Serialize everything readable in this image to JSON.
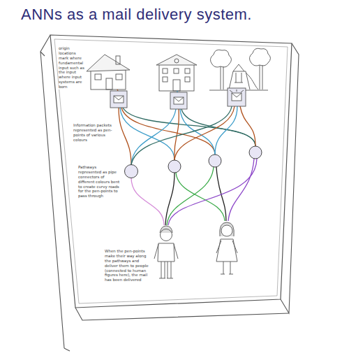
{
  "diagram": {
    "title": "ANNs as a mail delivery system.",
    "labels": [
      "origin locations mark where fundamental input such as the input where input systems are born",
      "Information packets represented as pen-points of various colours",
      "Pathways represented as pipe connectors of different colours bent to create curvy roads for the pen-points to pass through",
      "When the pen-points make their way along the pathways and deliver them to people (connected to human figures here), the mail has been delivered"
    ]
  }
}
